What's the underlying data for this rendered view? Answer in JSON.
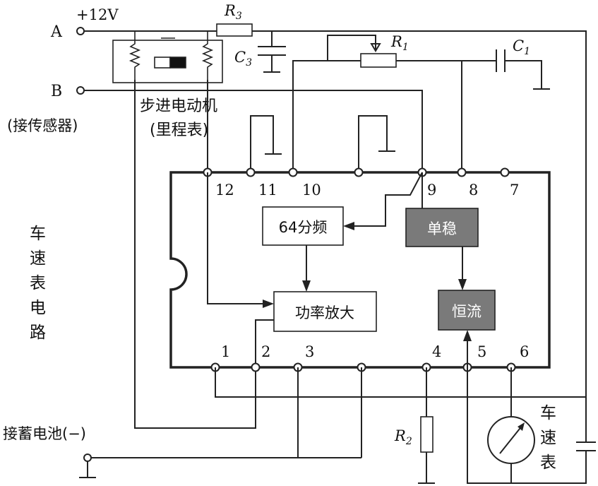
{
  "terminals": {
    "a_label": "A",
    "supply_label": "+12V",
    "b_label": "B",
    "sensor_note": "(接传感器)"
  },
  "components": {
    "r3": "R",
    "r3_sub": "3",
    "c3": "C",
    "c3_sub": "3",
    "r1": "R",
    "r1_sub": "1",
    "c1": "C",
    "c1_sub": "1",
    "r2": "R",
    "r2_sub": "2"
  },
  "motor": {
    "line1": "步进电动机",
    "line2": "(里程表)"
  },
  "circuit_title": [
    "车",
    "速",
    "表",
    "电",
    "路"
  ],
  "pins_top": [
    "12",
    "11",
    "10",
    "9",
    "8",
    "7"
  ],
  "pins_bottom": [
    "1",
    "2",
    "3",
    "4",
    "5",
    "6"
  ],
  "blocks": {
    "divider": "64分频",
    "monostable": "单稳",
    "power_amp": "功率放大",
    "constant_current": "恒流"
  },
  "battery_note": "接蓄电池(−)",
  "meter_label": [
    "车",
    "速",
    "表"
  ],
  "colors": {
    "gray_block": "#7a7a7a",
    "line": "#222222"
  }
}
